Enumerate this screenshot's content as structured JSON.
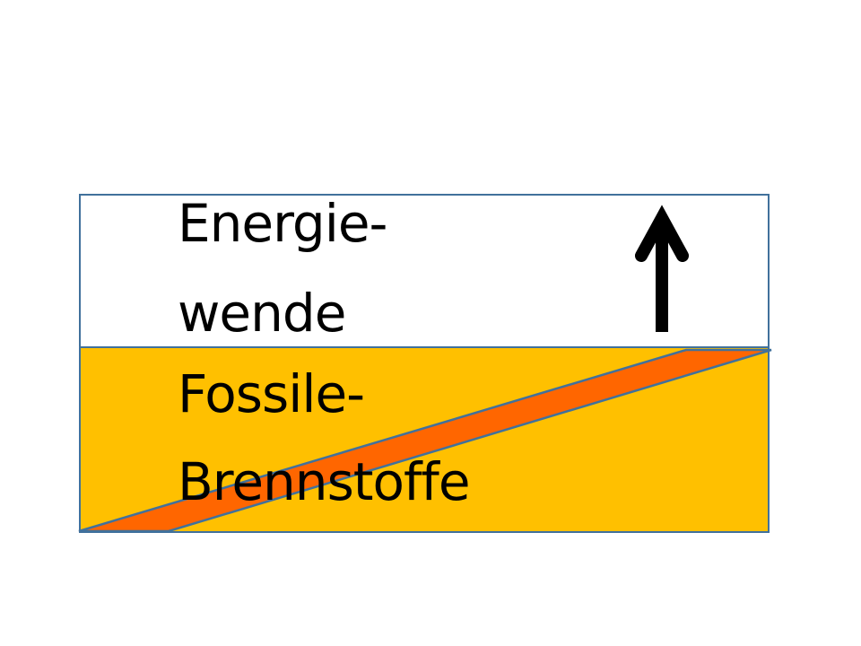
{
  "sign": {
    "top_line_1": "Energie-",
    "top_line_2": "wende",
    "bottom_line_1": "Fossile-",
    "bottom_line_2": "Brennstoffe",
    "arrow_icon": "arrow-up-icon",
    "strike_icon": "diagonal-strike"
  },
  "colors": {
    "top_fill": "#ffffff",
    "bottom_fill": "#ffc000",
    "stripe": "#ff6600",
    "border": "#41719c",
    "text": "#000000"
  }
}
